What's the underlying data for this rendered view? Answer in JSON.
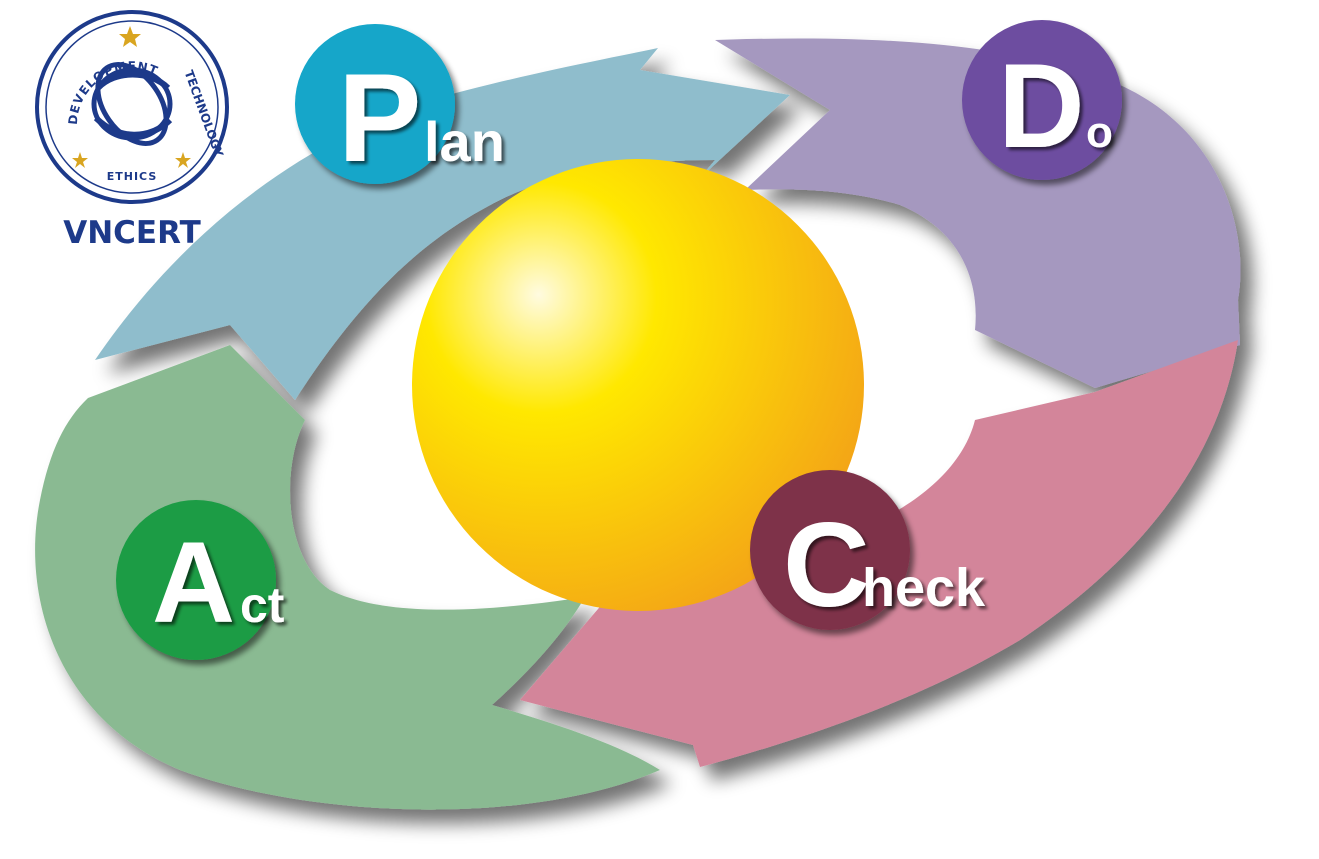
{
  "logo": {
    "ring_top": "DEVELOPMENT",
    "ring_right": "TECHNOLOGY",
    "ring_bottom": "ETHICS",
    "name": "VNCERT",
    "color": "#1d3a8a",
    "star_color": "#d9a520"
  },
  "stages": [
    {
      "key": "plan",
      "initial": "P",
      "rest": "lan",
      "arrow_color": "#8fbdcc",
      "badge_color": "#12a6c9"
    },
    {
      "key": "do",
      "initial": "D",
      "rest": "o",
      "arrow_color": "#a598bf",
      "badge_color": "#6d4ea0"
    },
    {
      "key": "check",
      "initial": "C",
      "rest": "heck",
      "arrow_color": "#d3859a",
      "badge_color": "#7e3348"
    },
    {
      "key": "act",
      "initial": "A",
      "rest": "ct",
      "arrow_color": "#8aba92",
      "badge_color": "#1a9c45"
    }
  ],
  "center": {
    "color_light": "#fffbe0",
    "color_mid": "#ffe800",
    "color_dark": "#f29a1a"
  }
}
